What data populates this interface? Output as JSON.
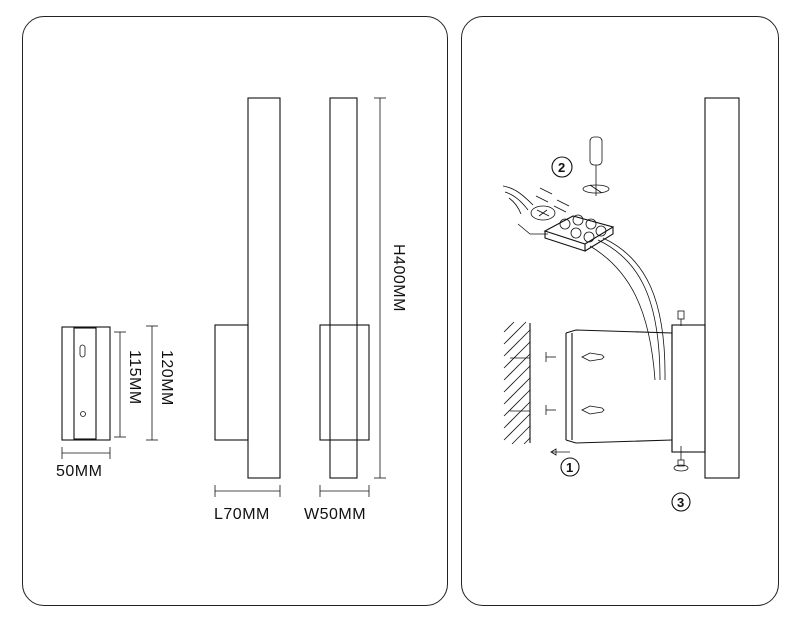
{
  "dimensions": {
    "base_width": "50MM",
    "base_height_inner": "115MM",
    "base_height_outer": "120MM",
    "length": "L70MM",
    "width": "W50MM",
    "height": "H400MM"
  },
  "steps": {
    "mount": "1",
    "wire": "2",
    "fix": "3"
  },
  "colors": {
    "line": "#111111",
    "background": "#ffffff"
  }
}
